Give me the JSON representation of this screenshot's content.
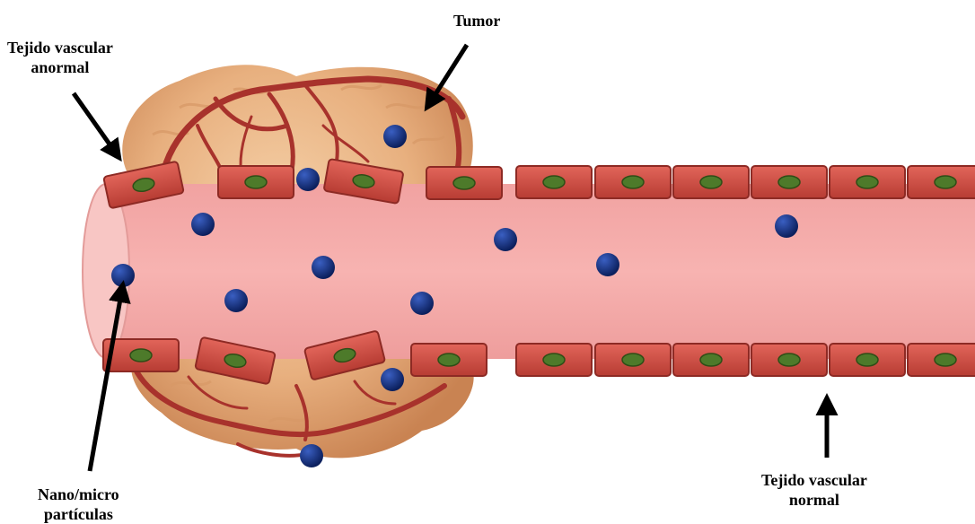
{
  "labels": {
    "tumor": "Tumor",
    "abnormal_tissue": [
      "Tejido vascular",
      "anormal"
    ],
    "normal_tissue": [
      "Tejido vascular",
      "normal"
    ],
    "particles": [
      "Nano/micro",
      "partículas"
    ]
  },
  "colors": {
    "tumor_fill": "#e9b88a",
    "tumor_vessel": "#a8322c",
    "lumen": "#f5aaa8",
    "lumen_dark": "#e58e8e",
    "cell_fill": "#cf4f45",
    "cell_edge": "#8d2a24",
    "nucleus": "#4d7a2a",
    "particle": "#0f2a78",
    "arrow": "#000000"
  },
  "icons": {
    "particle": "nanoparticle-dot",
    "cell": "endothelial-cell",
    "tumor": "tumor-mass"
  }
}
